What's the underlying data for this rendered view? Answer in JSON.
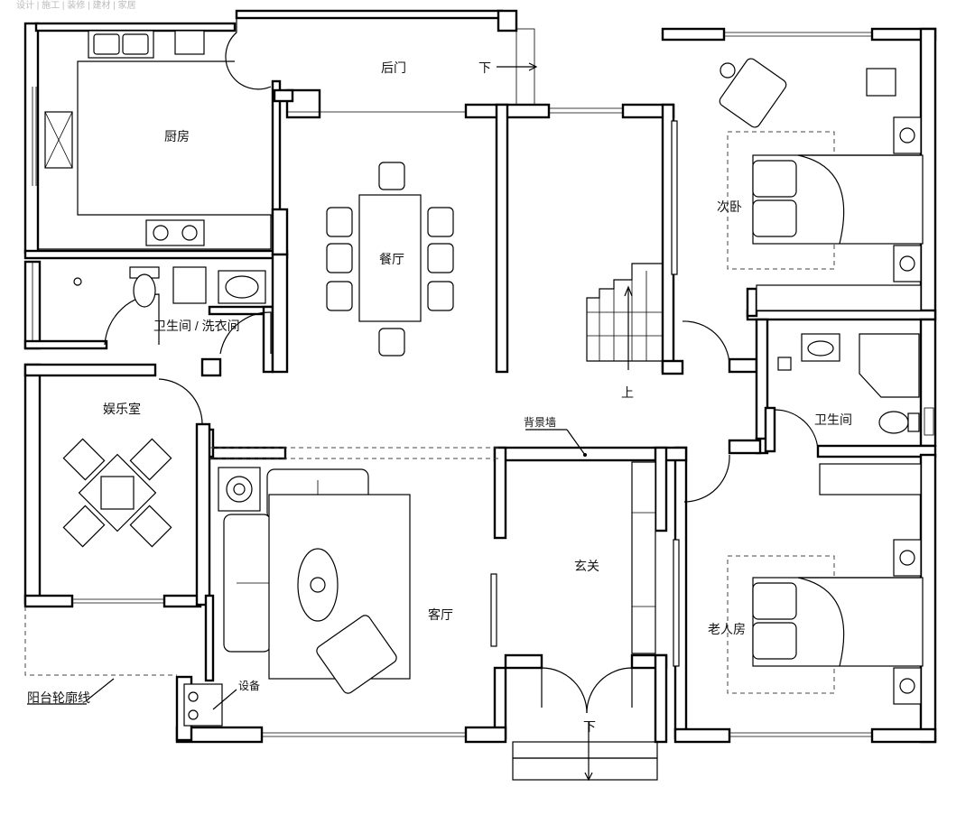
{
  "watermark": "设计 | 施工 | 装修 | 建材 | 家居",
  "rooms": {
    "kitchen": "厨房",
    "back_door": "后门",
    "dining": "餐厅",
    "second_bedroom": "次卧",
    "laundry_bath": "卫生间 / 洗衣间",
    "bathroom": "卫生间",
    "entertainment": "娱乐室",
    "living_room": "客厅",
    "foyer": "玄关",
    "elder_room": "老人房"
  },
  "annotations": {
    "feature_wall": "背景墙",
    "balcony_outline": "阳台轮廓线",
    "equipment": "设备",
    "stair_up": "上",
    "down_back": "下",
    "down_front": "下"
  }
}
